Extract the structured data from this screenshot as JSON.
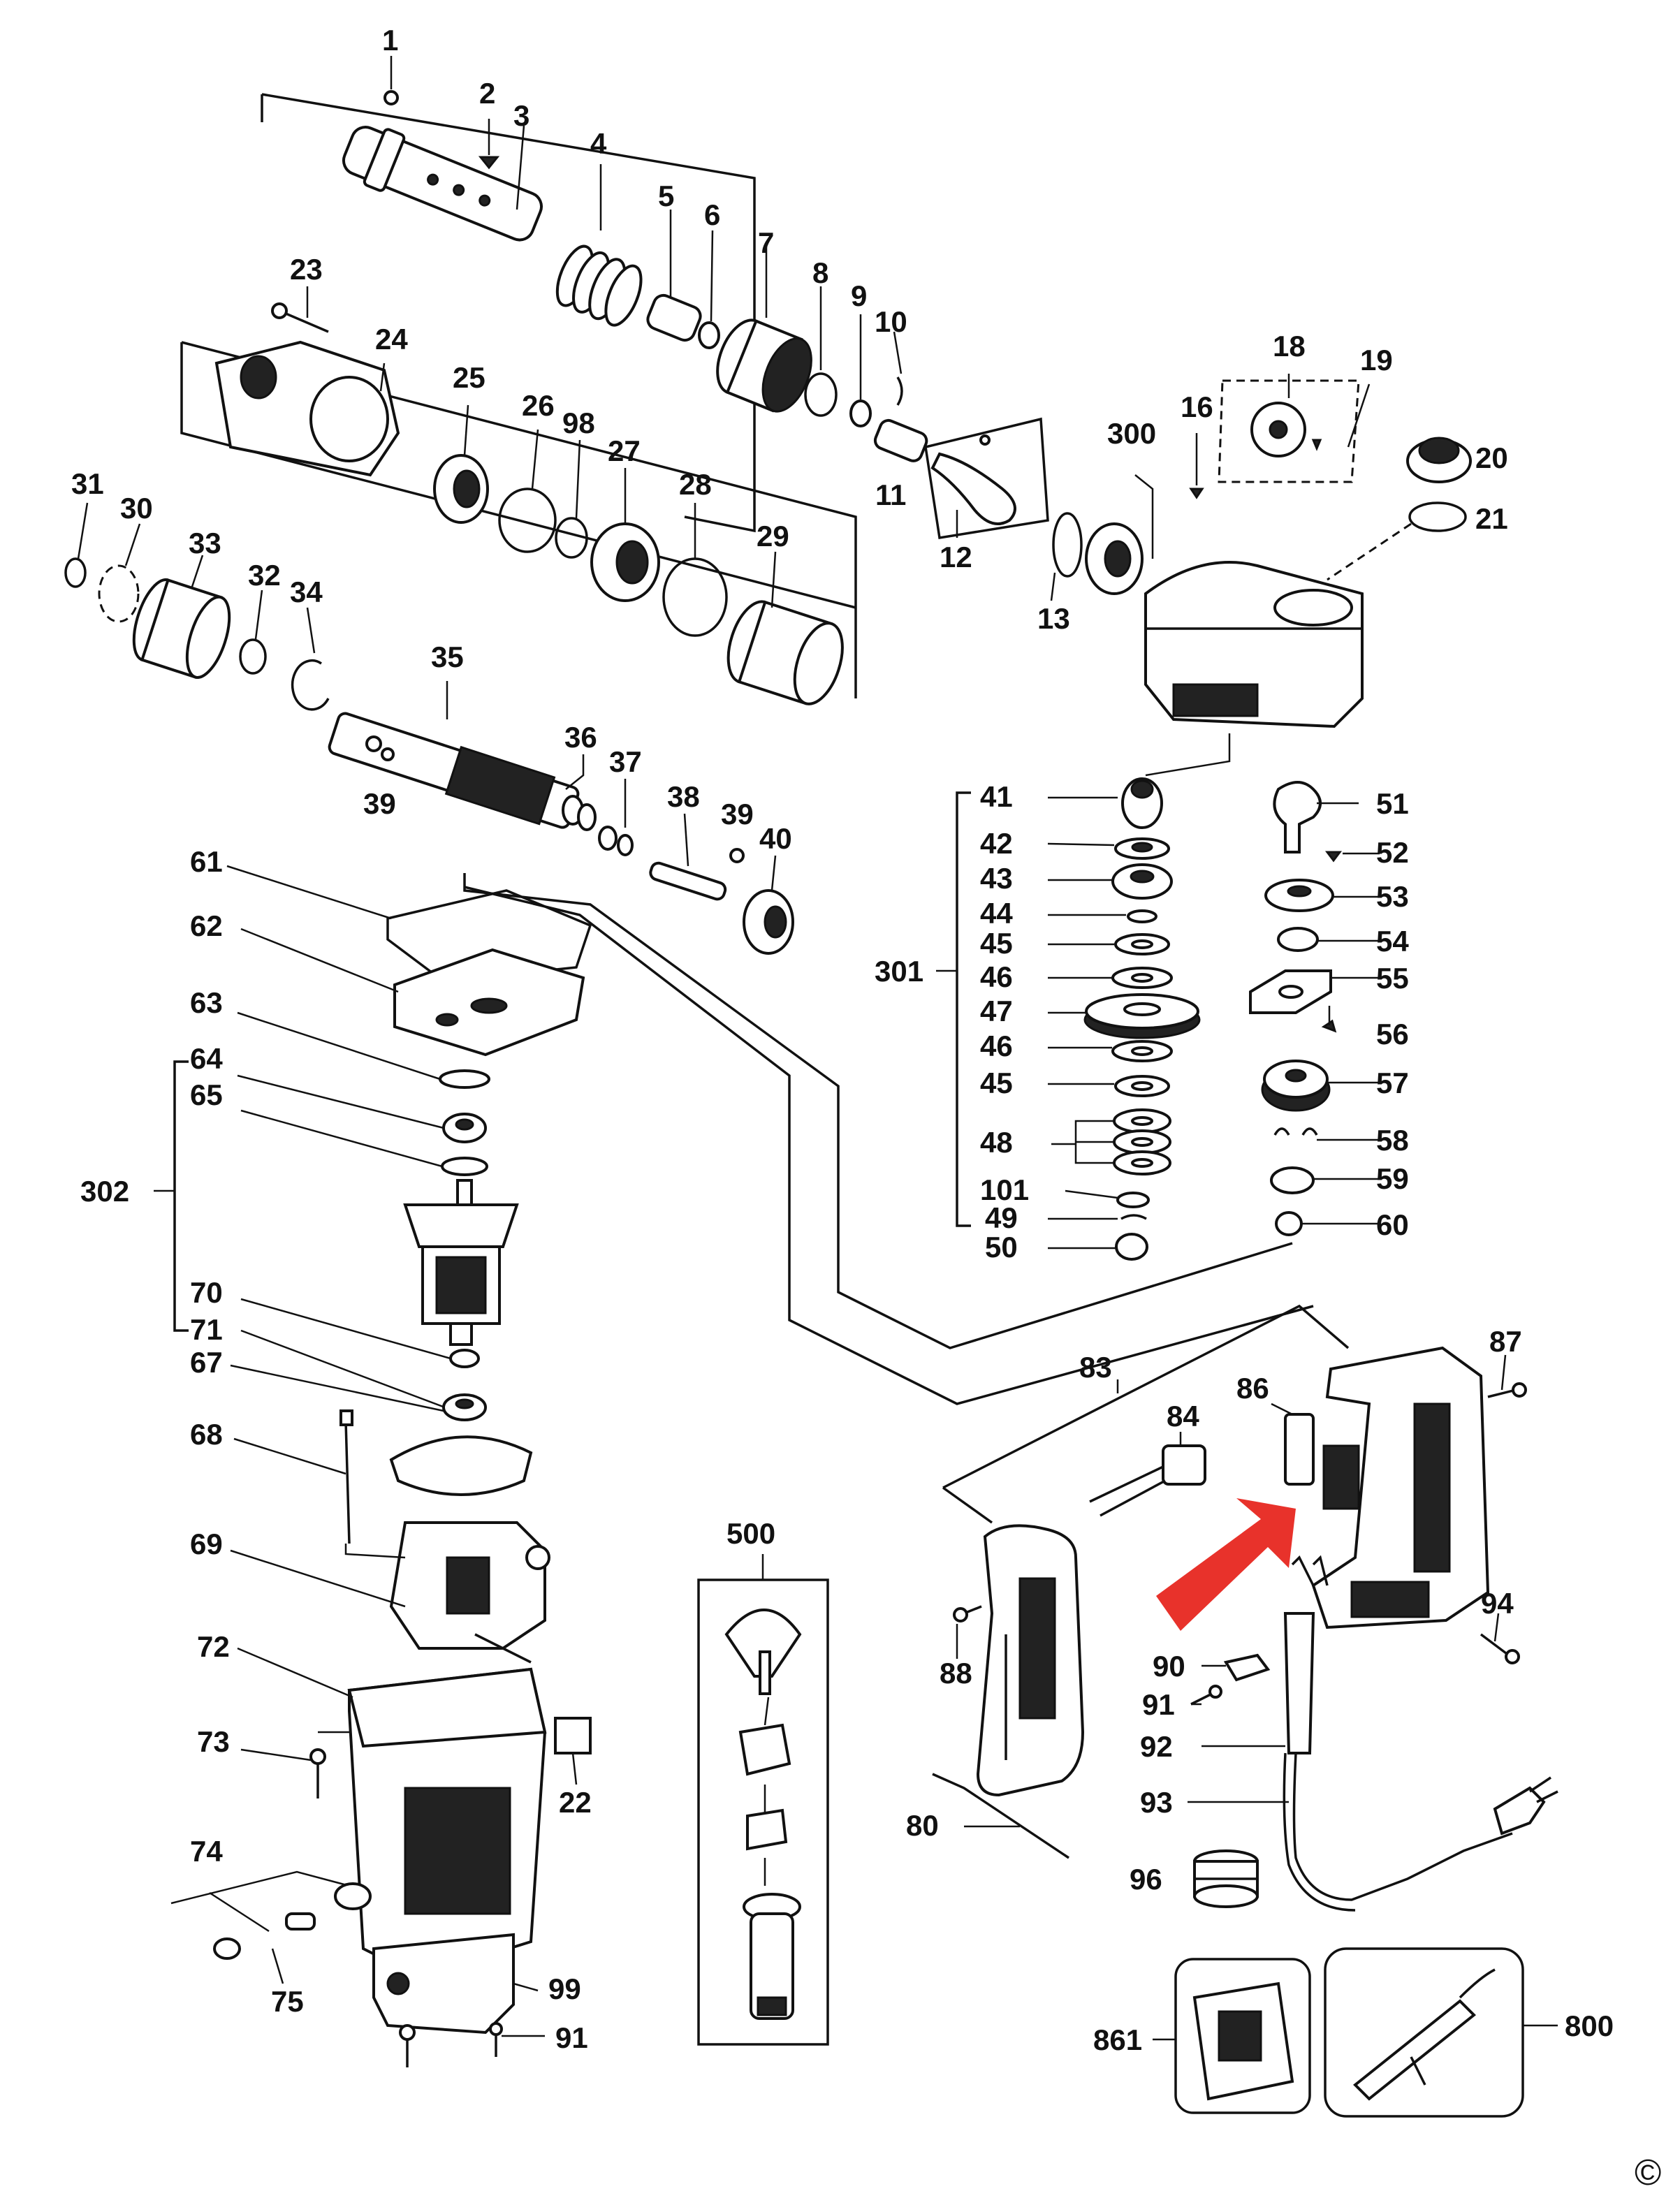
{
  "diagram": {
    "labels": {
      "1": "1",
      "2": "2",
      "3": "3",
      "4": "4",
      "5": "5",
      "6": "6",
      "7": "7",
      "8": "8",
      "9": "9",
      "10": "10",
      "11": "11",
      "12": "12",
      "13": "13",
      "16": "16",
      "18": "18",
      "19": "19",
      "20": "20",
      "21": "21",
      "22": "22",
      "23": "23",
      "24": "24",
      "25": "25",
      "26": "26",
      "27": "27",
      "28": "28",
      "29": "29",
      "30": "30",
      "31": "31",
      "32": "32",
      "33": "33",
      "34": "34",
      "35": "35",
      "36": "36",
      "37": "37",
      "38": "38",
      "39": "39",
      "40": "40",
      "41": "41",
      "42": "42",
      "43": "43",
      "44": "44",
      "45": "45",
      "46": "46",
      "47": "47",
      "48": "48",
      "49": "49",
      "50": "50",
      "51": "51",
      "52": "52",
      "53": "53",
      "54": "54",
      "55": "55",
      "56": "56",
      "57": "57",
      "58": "58",
      "59": "59",
      "60": "60",
      "61": "61",
      "62": "62",
      "63": "63",
      "64": "64",
      "65": "65",
      "67": "67",
      "68": "68",
      "69": "69",
      "70": "70",
      "71": "71",
      "72": "72",
      "73": "73",
      "74": "74",
      "75": "75",
      "80": "80",
      "83": "83",
      "84": "84",
      "86": "86",
      "87": "87",
      "88": "88",
      "90": "90",
      "91": "91",
      "92": "92",
      "93": "93",
      "94": "94",
      "96": "96",
      "98": "98",
      "99": "99",
      "101": "101",
      "300": "300",
      "301": "301",
      "302": "302",
      "500": "500",
      "800": "800",
      "861": "861"
    },
    "copyright_symbol": "©",
    "colors": {
      "ink": "#111111",
      "background": "#ffffff",
      "highlight_arrow": "#e8322b"
    },
    "icons": {
      "highlight": "red-arrow-icon",
      "copyright": "copyright-icon"
    }
  }
}
